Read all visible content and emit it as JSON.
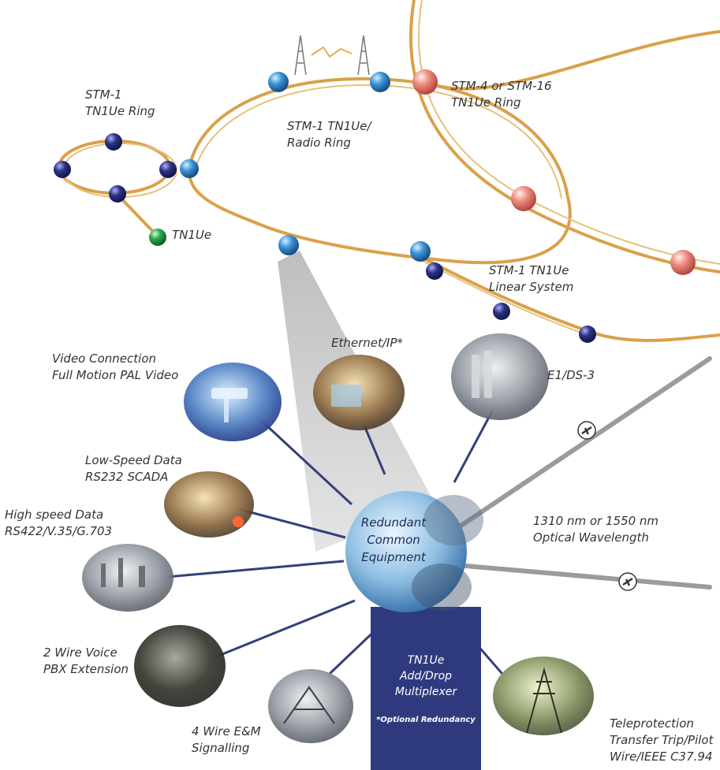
{
  "ring_labels": {
    "stm1_ring": [
      "STM-1",
      "TN1Ue Ring"
    ],
    "radio_ring": [
      "STM-1 TN1Ue/",
      "Radio Ring"
    ],
    "stm4_ring": [
      "STM-4 or STM-16",
      "TN1Ue Ring"
    ],
    "tn1ue": [
      "TN1Ue"
    ],
    "linear_system": [
      "STM-1 TN1Ue",
      "Linear System"
    ]
  },
  "service_labels": {
    "video": [
      "Video Connection",
      "Full Motion PAL Video"
    ],
    "ethernet": [
      "Ethernet/IP*"
    ],
    "e1": [
      "E1/DS-3"
    ],
    "low_speed": [
      "Low-Speed Data",
      "RS232 SCADA"
    ],
    "high_speed": [
      "High speed Data",
      "RS422/V.35/G.703"
    ],
    "optical": [
      "1310 nm or 1550 nm",
      "Optical Wavelength"
    ],
    "voice2": [
      "2 Wire Voice",
      "PBX Extension"
    ],
    "em4": [
      "4 Wire E&M",
      "Signalling"
    ],
    "teleprotection": [
      "Teleprotection",
      "Transfer Trip/Pilot",
      "Wire/IEEE C37.94"
    ]
  },
  "center": {
    "label": [
      "Redundant",
      "Common",
      "Equipment"
    ]
  },
  "multiplexer": {
    "label": [
      "TN1Ue",
      "Add/Drop",
      "Multiplexer"
    ],
    "note": "*Optional Redundancy"
  },
  "colors": {
    "fiber": "#d9a14a",
    "node_blue": "#3a8fd0",
    "node_navy": "#2a2f7a",
    "node_red": "#e98a80",
    "node_green": "#2aa24a",
    "spoke": "#33407a",
    "multiplexer_bg": "#2f3a7e"
  }
}
